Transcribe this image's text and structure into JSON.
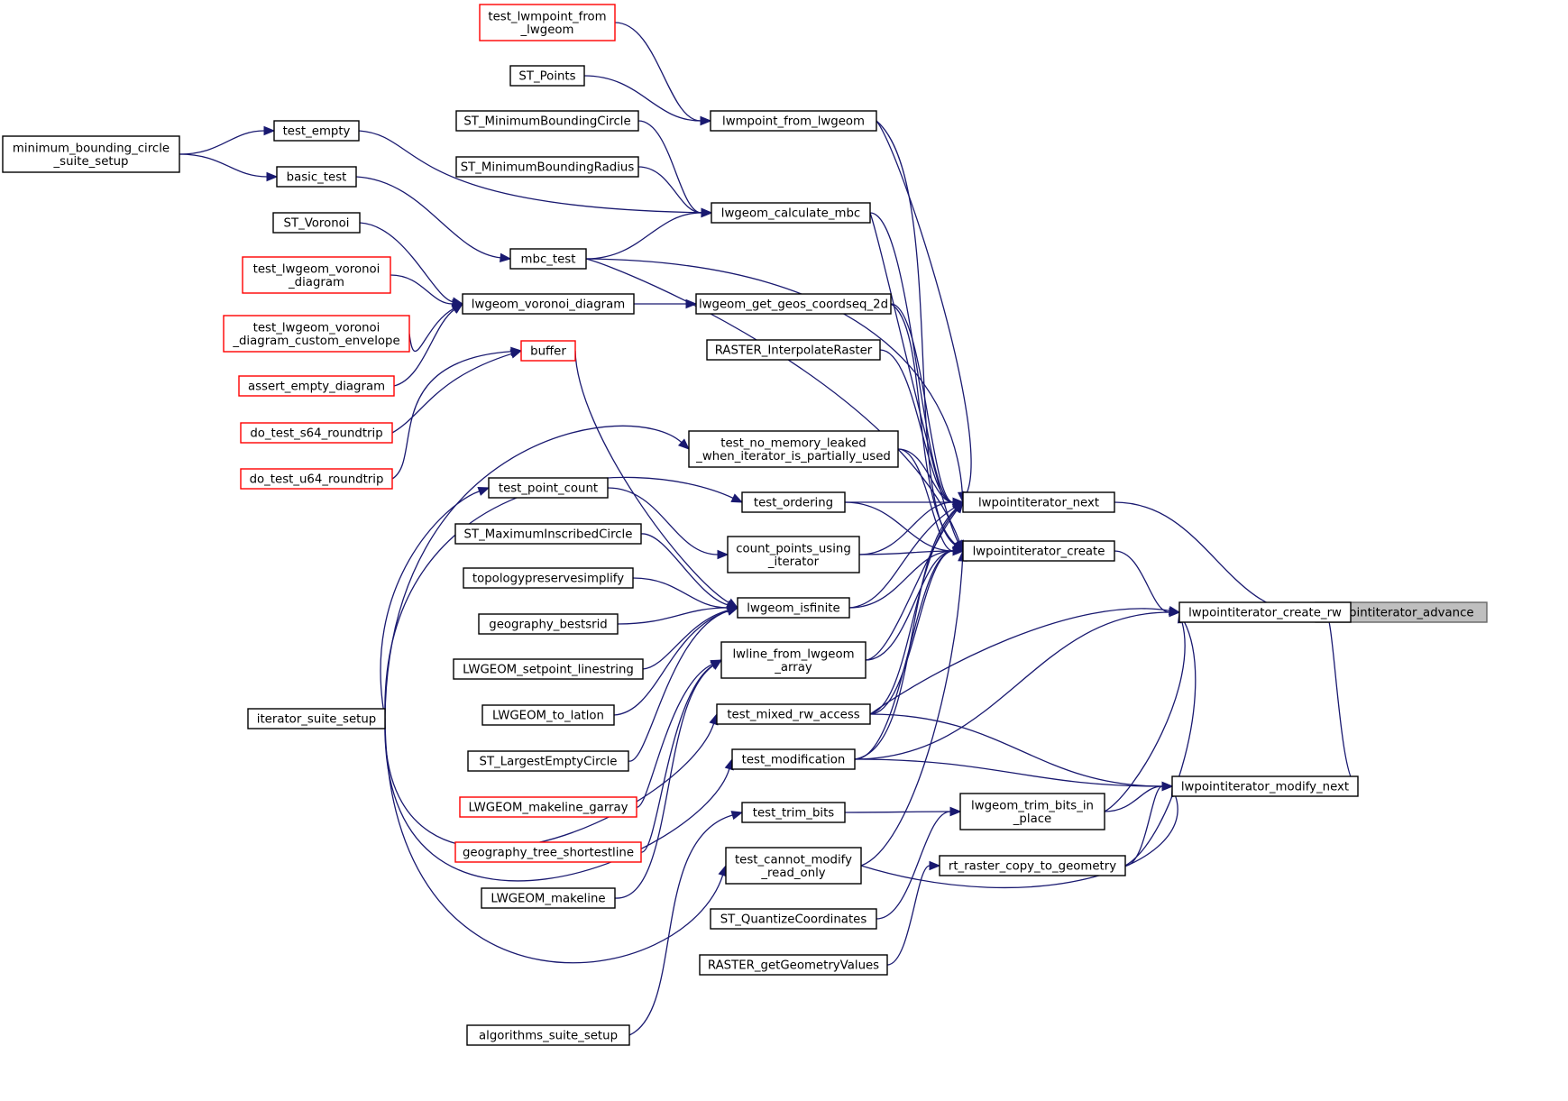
{
  "colors": {
    "edge": "#191970",
    "box_border": "#000000",
    "box_border_incomplete": "#ff0000",
    "current_fill": "#bfbfbf",
    "background": "#ffffff"
  },
  "nodes": [
    {
      "id": "lwpointiterator_advance",
      "label": "lwpointiterator_advance",
      "style": "current"
    },
    {
      "id": "lwpointiterator_create_rw",
      "label": "lwpointiterator_create_rw",
      "style": "normal"
    },
    {
      "id": "lwpointiterator_modify_next",
      "label": "lwpointiterator_modify_next",
      "style": "normal"
    },
    {
      "id": "lwpointiterator_next",
      "label": "lwpointiterator_next",
      "style": "normal"
    },
    {
      "id": "lwpointiterator_create",
      "label": "lwpointiterator_create",
      "style": "normal"
    },
    {
      "id": "lwgeom_trim_bits_in_place",
      "label": "lwgeom_trim_bits_in\n_place",
      "style": "normal"
    },
    {
      "id": "rt_raster_copy_to_geometry",
      "label": "rt_raster_copy_to_geometry",
      "style": "normal"
    },
    {
      "id": "lwmpoint_from_lwgeom",
      "label": "lwmpoint_from_lwgeom",
      "style": "normal"
    },
    {
      "id": "lwgeom_calculate_mbc",
      "label": "lwgeom_calculate_mbc",
      "style": "normal"
    },
    {
      "id": "lwgeom_get_geos_coordseq_2d",
      "label": "lwgeom_get_geos_coordseq_2d",
      "style": "normal"
    },
    {
      "id": "RASTER_InterpolateRaster",
      "label": "RASTER_InterpolateRaster",
      "style": "normal"
    },
    {
      "id": "test_no_memory_leaked",
      "label": "test_no_memory_leaked\n_when_iterator_is_partially_used",
      "style": "normal"
    },
    {
      "id": "test_ordering",
      "label": "test_ordering",
      "style": "normal"
    },
    {
      "id": "count_points_using_iterator",
      "label": "count_points_using\n_iterator",
      "style": "normal"
    },
    {
      "id": "lwgeom_isfinite",
      "label": "lwgeom_isfinite",
      "style": "normal"
    },
    {
      "id": "lwline_from_lwgeom_array",
      "label": "lwline_from_lwgeom\n_array",
      "style": "normal"
    },
    {
      "id": "test_mixed_rw_access",
      "label": "test_mixed_rw_access",
      "style": "normal"
    },
    {
      "id": "test_modification",
      "label": "test_modification",
      "style": "normal"
    },
    {
      "id": "test_trim_bits",
      "label": "test_trim_bits",
      "style": "normal"
    },
    {
      "id": "test_cannot_modify_read_only",
      "label": "test_cannot_modify\n_read_only",
      "style": "normal"
    },
    {
      "id": "ST_QuantizeCoordinates",
      "label": "ST_QuantizeCoordinates",
      "style": "normal"
    },
    {
      "id": "RASTER_getGeometryValues",
      "label": "RASTER_getGeometryValues",
      "style": "normal"
    },
    {
      "id": "test_lwmpoint_from_lwgeom",
      "label": "test_lwmpoint_from\n_lwgeom",
      "style": "incomplete"
    },
    {
      "id": "ST_Points",
      "label": "ST_Points",
      "style": "normal"
    },
    {
      "id": "ST_MinimumBoundingCircle",
      "label": "ST_MinimumBoundingCircle",
      "style": "normal"
    },
    {
      "id": "ST_MinimumBoundingRadius",
      "label": "ST_MinimumBoundingRadius",
      "style": "normal"
    },
    {
      "id": "mbc_test",
      "label": "mbc_test",
      "style": "normal"
    },
    {
      "id": "lwgeom_voronoi_diagram",
      "label": "lwgeom_voronoi_diagram",
      "style": "normal"
    },
    {
      "id": "buffer",
      "label": "buffer",
      "style": "incomplete"
    },
    {
      "id": "test_point_count",
      "label": "test_point_count",
      "style": "normal"
    },
    {
      "id": "ST_MaximumInscribedCircle",
      "label": "ST_MaximumInscribedCircle",
      "style": "normal"
    },
    {
      "id": "topologypreservesimplify",
      "label": "topologypreservesimplify",
      "style": "normal"
    },
    {
      "id": "geography_bestsrid",
      "label": "geography_bestsrid",
      "style": "normal"
    },
    {
      "id": "LWGEOM_setpoint_linestring",
      "label": "LWGEOM_setpoint_linestring",
      "style": "normal"
    },
    {
      "id": "LWGEOM_to_latlon",
      "label": "LWGEOM_to_latlon",
      "style": "normal"
    },
    {
      "id": "ST_LargestEmptyCircle",
      "label": "ST_LargestEmptyCircle",
      "style": "normal"
    },
    {
      "id": "LWGEOM_makeline_garray",
      "label": "LWGEOM_makeline_garray",
      "style": "incomplete"
    },
    {
      "id": "geography_tree_shortestline",
      "label": "geography_tree_shortestline",
      "style": "incomplete"
    },
    {
      "id": "LWGEOM_makeline",
      "label": "LWGEOM_makeline",
      "style": "normal"
    },
    {
      "id": "algorithms_suite_setup",
      "label": "algorithms_suite_setup",
      "style": "normal"
    },
    {
      "id": "test_empty",
      "label": "test_empty",
      "style": "normal"
    },
    {
      "id": "basic_test",
      "label": "basic_test",
      "style": "normal"
    },
    {
      "id": "ST_Voronoi",
      "label": "ST_Voronoi",
      "style": "normal"
    },
    {
      "id": "test_lwgeom_voronoi_diagram",
      "label": "test_lwgeom_voronoi\n_diagram",
      "style": "incomplete"
    },
    {
      "id": "test_lwgeom_voronoi_diagram_custom_envelope",
      "label": "test_lwgeom_voronoi\n_diagram_custom_envelope",
      "style": "incomplete"
    },
    {
      "id": "assert_empty_diagram",
      "label": "assert_empty_diagram",
      "style": "incomplete"
    },
    {
      "id": "do_test_s64_roundtrip",
      "label": "do_test_s64_roundtrip",
      "style": "incomplete"
    },
    {
      "id": "do_test_u64_roundtrip",
      "label": "do_test_u64_roundtrip",
      "style": "incomplete"
    },
    {
      "id": "iterator_suite_setup",
      "label": "iterator_suite_setup",
      "style": "normal"
    },
    {
      "id": "minimum_bounding_circle_suite_setup",
      "label": "minimum_bounding_circle\n_suite_setup",
      "style": "normal"
    }
  ],
  "edges": [
    [
      "lwpointiterator_create_rw",
      "lwpointiterator_advance"
    ],
    [
      "lwpointiterator_modify_next",
      "lwpointiterator_advance"
    ],
    [
      "lwpointiterator_next",
      "lwpointiterator_advance"
    ],
    [
      "lwpointiterator_create",
      "lwpointiterator_create_rw"
    ],
    [
      "test_mixed_rw_access",
      "lwpointiterator_create_rw"
    ],
    [
      "test_modification",
      "lwpointiterator_create_rw"
    ],
    [
      "lwgeom_trim_bits_in_place",
      "lwpointiterator_create_rw"
    ],
    [
      "rt_raster_copy_to_geometry",
      "lwpointiterator_create_rw"
    ],
    [
      "test_mixed_rw_access",
      "lwpointiterator_modify_next"
    ],
    [
      "test_modification",
      "lwpointiterator_modify_next"
    ],
    [
      "lwgeom_trim_bits_in_place",
      "lwpointiterator_modify_next"
    ],
    [
      "rt_raster_copy_to_geometry",
      "lwpointiterator_modify_next"
    ],
    [
      "test_cannot_modify_read_only",
      "lwpointiterator_modify_next"
    ],
    [
      "lwmpoint_from_lwgeom",
      "lwpointiterator_next"
    ],
    [
      "lwgeom_calculate_mbc",
      "lwpointiterator_next"
    ],
    [
      "mbc_test",
      "lwpointiterator_next"
    ],
    [
      "lwgeom_get_geos_coordseq_2d",
      "lwpointiterator_next"
    ],
    [
      "RASTER_InterpolateRaster",
      "lwpointiterator_next"
    ],
    [
      "test_no_memory_leaked",
      "lwpointiterator_next"
    ],
    [
      "test_ordering",
      "lwpointiterator_next"
    ],
    [
      "count_points_using_iterator",
      "lwpointiterator_next"
    ],
    [
      "lwgeom_isfinite",
      "lwpointiterator_next"
    ],
    [
      "lwline_from_lwgeom_array",
      "lwpointiterator_next"
    ],
    [
      "test_mixed_rw_access",
      "lwpointiterator_next"
    ],
    [
      "test_modification",
      "lwpointiterator_next"
    ],
    [
      "lwmpoint_from_lwgeom",
      "lwpointiterator_create"
    ],
    [
      "lwgeom_calculate_mbc",
      "lwpointiterator_create"
    ],
    [
      "mbc_test",
      "lwpointiterator_create"
    ],
    [
      "lwgeom_get_geos_coordseq_2d",
      "lwpointiterator_create"
    ],
    [
      "test_no_memory_leaked",
      "lwpointiterator_create"
    ],
    [
      "test_ordering",
      "lwpointiterator_create"
    ],
    [
      "count_points_using_iterator",
      "lwpointiterator_create"
    ],
    [
      "lwgeom_isfinite",
      "lwpointiterator_create"
    ],
    [
      "lwline_from_lwgeom_array",
      "lwpointiterator_create"
    ],
    [
      "test_mixed_rw_access",
      "lwpointiterator_create"
    ],
    [
      "test_modification",
      "lwpointiterator_create"
    ],
    [
      "test_cannot_modify_read_only",
      "lwpointiterator_create"
    ],
    [
      "test_trim_bits",
      "lwgeom_trim_bits_in_place"
    ],
    [
      "ST_QuantizeCoordinates",
      "lwgeom_trim_bits_in_place"
    ],
    [
      "RASTER_getGeometryValues",
      "rt_raster_copy_to_geometry"
    ],
    [
      "test_lwmpoint_from_lwgeom",
      "lwmpoint_from_lwgeom"
    ],
    [
      "ST_Points",
      "lwmpoint_from_lwgeom"
    ],
    [
      "ST_MinimumBoundingCircle",
      "lwgeom_calculate_mbc"
    ],
    [
      "ST_MinimumBoundingRadius",
      "lwgeom_calculate_mbc"
    ],
    [
      "test_empty",
      "lwgeom_calculate_mbc"
    ],
    [
      "mbc_test",
      "lwgeom_calculate_mbc"
    ],
    [
      "lwgeom_voronoi_diagram",
      "lwgeom_get_geos_coordseq_2d"
    ],
    [
      "iterator_suite_setup",
      "test_no_memory_leaked"
    ],
    [
      "iterator_suite_setup",
      "test_ordering"
    ],
    [
      "test_point_count",
      "count_points_using_iterator"
    ],
    [
      "buffer",
      "lwgeom_isfinite"
    ],
    [
      "ST_MaximumInscribedCircle",
      "lwgeom_isfinite"
    ],
    [
      "topologypreservesimplify",
      "lwgeom_isfinite"
    ],
    [
      "geography_bestsrid",
      "lwgeom_isfinite"
    ],
    [
      "LWGEOM_setpoint_linestring",
      "lwgeom_isfinite"
    ],
    [
      "LWGEOM_to_latlon",
      "lwgeom_isfinite"
    ],
    [
      "ST_LargestEmptyCircle",
      "lwgeom_isfinite"
    ],
    [
      "LWGEOM_makeline_garray",
      "lwline_from_lwgeom_array"
    ],
    [
      "geography_tree_shortestline",
      "lwline_from_lwgeom_array"
    ],
    [
      "LWGEOM_makeline",
      "lwline_from_lwgeom_array"
    ],
    [
      "iterator_suite_setup",
      "test_mixed_rw_access"
    ],
    [
      "iterator_suite_setup",
      "test_modification"
    ],
    [
      "algorithms_suite_setup",
      "test_trim_bits"
    ],
    [
      "iterator_suite_setup",
      "test_cannot_modify_read_only"
    ],
    [
      "iterator_suite_setup",
      "test_point_count"
    ],
    [
      "basic_test",
      "mbc_test"
    ],
    [
      "ST_Voronoi",
      "lwgeom_voronoi_diagram"
    ],
    [
      "test_lwgeom_voronoi_diagram",
      "lwgeom_voronoi_diagram"
    ],
    [
      "test_lwgeom_voronoi_diagram_custom_envelope",
      "lwgeom_voronoi_diagram"
    ],
    [
      "assert_empty_diagram",
      "lwgeom_voronoi_diagram"
    ],
    [
      "do_test_s64_roundtrip",
      "buffer"
    ],
    [
      "do_test_u64_roundtrip",
      "buffer"
    ],
    [
      "minimum_bounding_circle_suite_setup",
      "test_empty"
    ],
    [
      "minimum_bounding_circle_suite_setup",
      "basic_test"
    ]
  ]
}
